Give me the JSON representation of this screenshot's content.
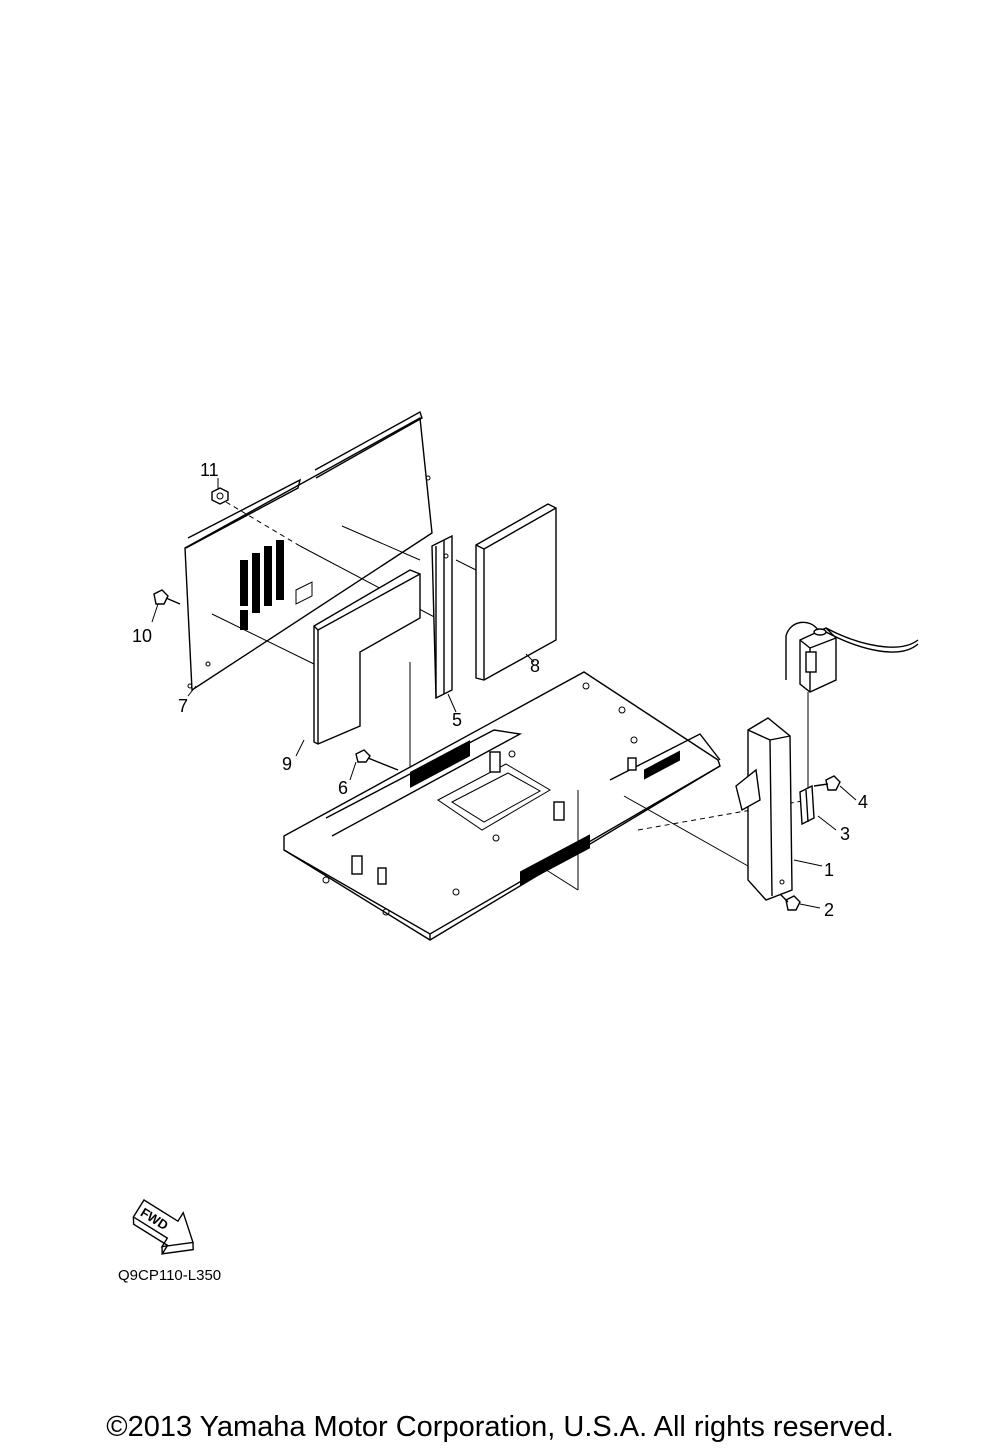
{
  "callouts": [
    {
      "id": 1,
      "label": "1"
    },
    {
      "id": 2,
      "label": "2"
    },
    {
      "id": 3,
      "label": "3"
    },
    {
      "id": 4,
      "label": "4"
    },
    {
      "id": 5,
      "label": "5"
    },
    {
      "id": 6,
      "label": "6"
    },
    {
      "id": 7,
      "label": "7"
    },
    {
      "id": 8,
      "label": "8"
    },
    {
      "id": 9,
      "label": "9"
    },
    {
      "id": 10,
      "label": "10"
    },
    {
      "id": 11,
      "label": "11"
    }
  ],
  "fwd_arrow": {
    "label": "FWD"
  },
  "diagram_code": "Q9CP110-L350",
  "copyright": "©2013 Yamaha Motor Corporation, U.S.A. All rights reserved."
}
